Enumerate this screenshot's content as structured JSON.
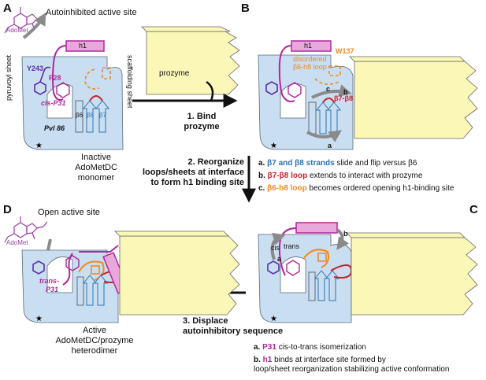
{
  "colors": {
    "monomer_fill": "#c9def0",
    "prozyme_fill": "#fbf7b7",
    "magenta": "#b0279b",
    "blue_strand": "#2c74b5",
    "red_loop": "#c8242a",
    "orange_loop": "#ef8a1f",
    "gray_arrow": "#8a8a8a",
    "adomet_purple": "#9a3ea6"
  },
  "panel_letters": [
    "A",
    "B",
    "C",
    "D"
  ],
  "panelA": {
    "adomet": "AdoMet",
    "autoinhibited": "Autoinhibited active site",
    "h1": "h1",
    "y243": "Y243",
    "f28": "F28",
    "cis_p31": "cis-P31",
    "pyruvoyl": "pyruvoyl sheet",
    "scaffolding": "scaffolding sheet",
    "pvl86": "Pvl 86",
    "b6": "β6",
    "b8": "β8",
    "b7": "β7",
    "caption": [
      "Inactive",
      "AdoMetDC",
      "monomer"
    ]
  },
  "panelB": {
    "h1": "h1",
    "w137": "W137",
    "disordered": [
      "disordered",
      "β6-h8 loop"
    ],
    "c": "c",
    "b": "b",
    "a": "a",
    "b7b8": "β7-β8"
  },
  "prozyme_label": "prozyme",
  "step1": [
    "1. Bind",
    "prozyme"
  ],
  "step2": [
    "2. Reorganize",
    "loops/sheets at interface",
    "to form h1 binding site"
  ],
  "step3": [
    "3. Displace",
    "autoinhibitory sequence"
  ],
  "notes2": [
    {
      "letter": "a.",
      "hl": "β7 and β8 strands",
      "hl_color": "#2c74b5",
      "text": " slide and flip versus β6"
    },
    {
      "letter": "b.",
      "hl": "β7-β8 loop",
      "hl_color": "#c8242a",
      "text": " extends to interact with prozyme"
    },
    {
      "letter": "c.",
      "hl": "β6-h8 loop",
      "hl_color": "#ef8a1f",
      "text": " becomes ordered opening h1-binding site"
    }
  ],
  "panelC": {
    "cis": "cis",
    "trans": "trans",
    "a": "a",
    "b": "b"
  },
  "panelD": {
    "open": "Open active site",
    "adomet": "AdoMet",
    "trans_p31": [
      "trans-",
      "P31"
    ],
    "caption": [
      "Active",
      "AdoMetDC/prozyme",
      "heterodimer"
    ]
  },
  "notes3": [
    {
      "letter": "a.",
      "hl": "P31",
      "hl_color": "#b0279b",
      "text": " cis-to-trans isomerization"
    },
    {
      "letter": "b.",
      "hl": "h1",
      "hl_color": "#b0279b",
      "text": " binds at interface site formed by"
    },
    {
      "letter": "",
      "hl": "",
      "hl_color": "#b0279b",
      "text": "loop/sheet reorganization stabilizing active conformation"
    }
  ]
}
